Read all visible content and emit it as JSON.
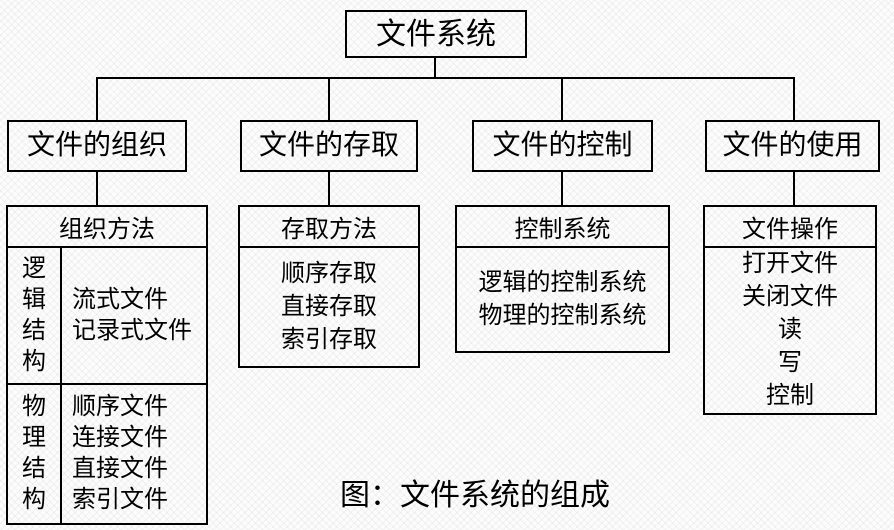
{
  "colors": {
    "line": "#000000",
    "text": "#000000",
    "background": "#fcfcfc"
  },
  "diagram": {
    "root": {
      "label": "文件系统"
    },
    "branches": [
      {
        "label": "文件的组织",
        "detail": {
          "title": "组织方法",
          "rows": [
            {
              "header": "逻辑结构",
              "items": [
                "流式文件",
                "记录式文件"
              ]
            },
            {
              "header": "物理结构",
              "items": [
                "顺序文件",
                "连接文件",
                "直接文件",
                "索引文件"
              ]
            }
          ]
        }
      },
      {
        "label": "文件的存取",
        "detail": {
          "title": "存取方法",
          "items": [
            "顺序存取",
            "直接存取",
            "索引存取"
          ]
        }
      },
      {
        "label": "文件的控制",
        "detail": {
          "title": "控制系统",
          "items": [
            "逻辑的控制系统",
            "物理的控制系统"
          ]
        }
      },
      {
        "label": "文件的使用",
        "detail": {
          "title": "文件操作",
          "items": [
            "打开文件",
            "关闭文件",
            "读",
            "写",
            "控制"
          ]
        }
      }
    ],
    "caption": "图：文件系统的组成"
  }
}
